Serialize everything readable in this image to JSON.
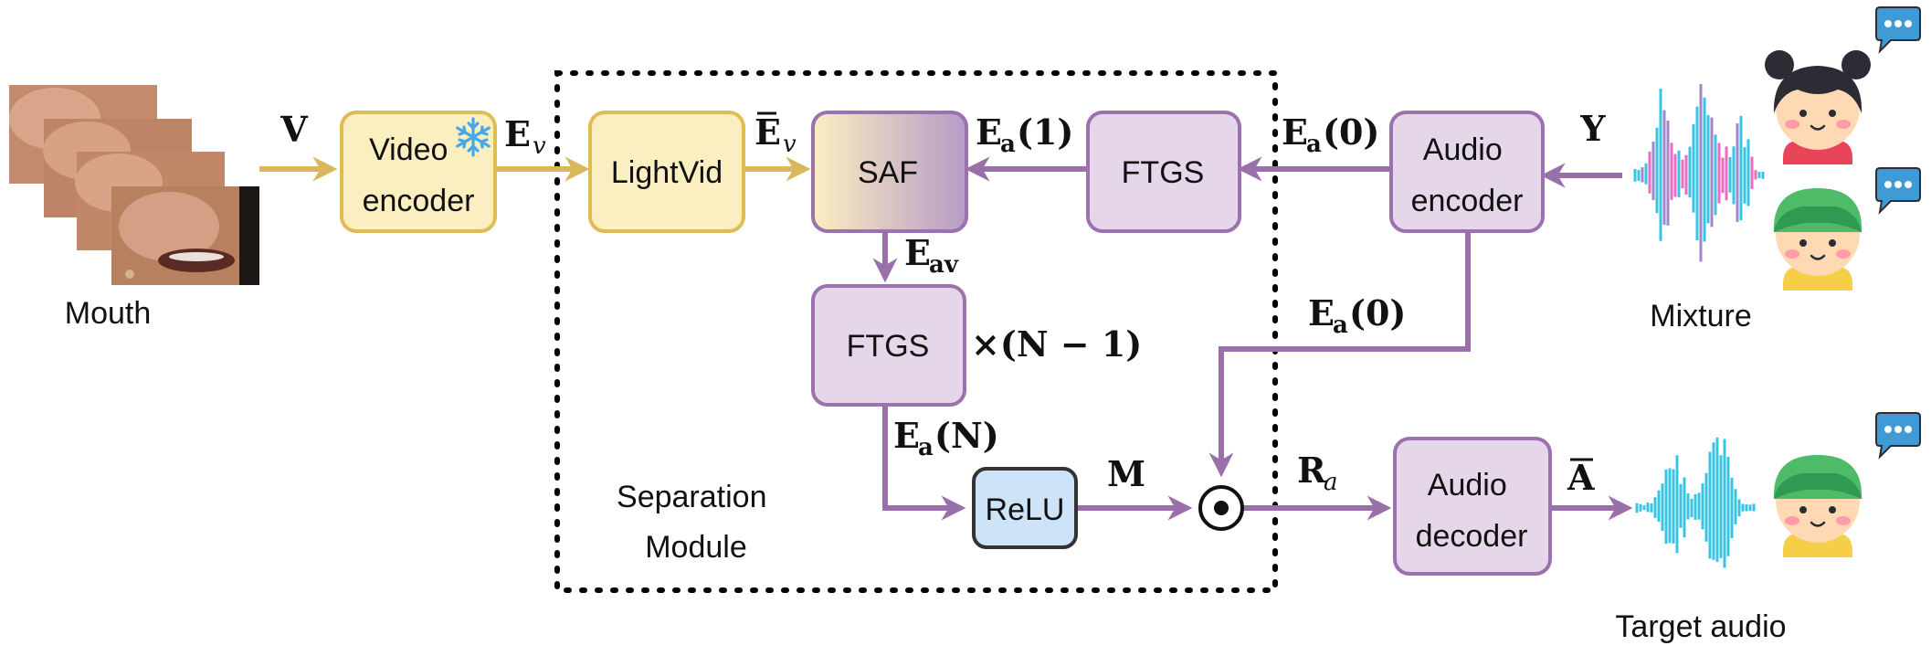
{
  "inputs": {
    "mouth_label": "Mouth",
    "mixture_label": "Mixture",
    "target_label": "Target audio"
  },
  "blocks": {
    "video_encoder": [
      "Video",
      "encoder"
    ],
    "lightvid": "LightVid",
    "saf": "SAF",
    "ftgs_top": "FTGS",
    "audio_encoder": [
      "Audio",
      "encoder"
    ],
    "ftgs_mid": "FTGS",
    "relu": "ReLU",
    "audio_decoder": [
      "Audio",
      "decoder"
    ],
    "separation_module": [
      "Separation",
      "Module"
    ]
  },
  "symbols": {
    "V": "V",
    "Y": "Y",
    "E": "E",
    "E_v_sub": "v",
    "E_a_sub": "a",
    "E_av_sub": "av",
    "arg_1": "(1)",
    "arg_0": "(0)",
    "arg_N": "(N)",
    "repeat": "×(N − 1)",
    "M": "M",
    "R": "R",
    "R_sub": "a",
    "A_bar": "A",
    "odot": "⊙"
  },
  "colors": {
    "video_fill": "#fbeec0",
    "video_stroke": "#e0bc55",
    "video_arrow": "#d9b75a",
    "audio_fill": "#e6d6ea",
    "audio_stroke": "#9b71ae",
    "audio_arrow": "#9a70ab",
    "relu_fill": "#cce3f8",
    "relu_stroke": "#333333",
    "wave_cyan": "#38c4e4",
    "wave_pink": "#ee6bbf",
    "wave_purple": "#a584c8"
  }
}
